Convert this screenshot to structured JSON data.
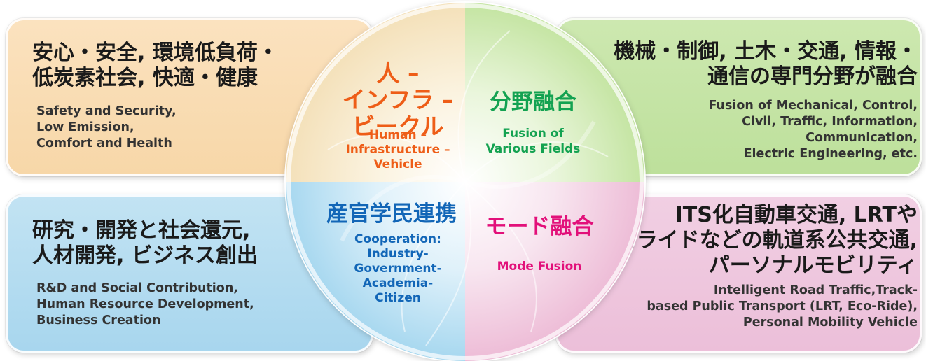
{
  "panels": {
    "top_left": {
      "jp": [
        "安心・安全, 環境低負荷・",
        "低炭素社会, 快適・健康"
      ],
      "en": [
        "Safety and Security,",
        "Low Emission,",
        "Comfort and Health"
      ]
    },
    "bottom_left": {
      "jp": [
        "研究・開発と社会還元,",
        "人材開発, ビジネス創出"
      ],
      "en": [
        "R&D and Social Contribution,",
        "Human Resource Development,",
        "Business Creation"
      ]
    },
    "top_right": {
      "jp": [
        "機械・制御, 土木・交通, 情報・",
        "通信の専門分野が融合"
      ],
      "en": [
        "Fusion of Mechanical, Control,",
        "Civil, Traffic, Information,",
        "Communication,",
        "Electric Engineering, etc."
      ]
    },
    "bottom_right": {
      "jp": [
        "ITS化自動車交通, LRTや",
        "エコライドなどの軌道系公共交通,",
        "パーソナルモビリティ"
      ],
      "en": [
        "Intelligent Road Traffic,Track-",
        "based Public Transport (LRT, Eco-Ride),",
        "Personal Mobility Vehicle"
      ]
    }
  },
  "circle": {
    "top_left": {
      "jp": [
        "人 –",
        "インフラ –",
        "ビークル"
      ],
      "en": [
        "Human –",
        "Infrastructure –",
        "Vehicle"
      ]
    },
    "top_right": {
      "jp": "分野融合",
      "en": [
        "Fusion of",
        "Various Fields"
      ]
    },
    "bottom_left": {
      "jp": "産官学民連携",
      "en": [
        "Cooperation:",
        "Industry-",
        "Government-",
        "Academia-",
        "Citizen"
      ]
    },
    "bottom_right": {
      "jp": "モード融合",
      "en": "Mode Fusion"
    }
  },
  "colors": {
    "orange": "#ee5d17",
    "green": "#13a251",
    "blue": "#1266b7",
    "magenta": "#e2107a",
    "panel_top_left": "#f7d7a8",
    "panel_bottom_left": "#a8d6ee",
    "panel_top_right": "#bde09b",
    "panel_bottom_right": "#ecbfd9"
  }
}
